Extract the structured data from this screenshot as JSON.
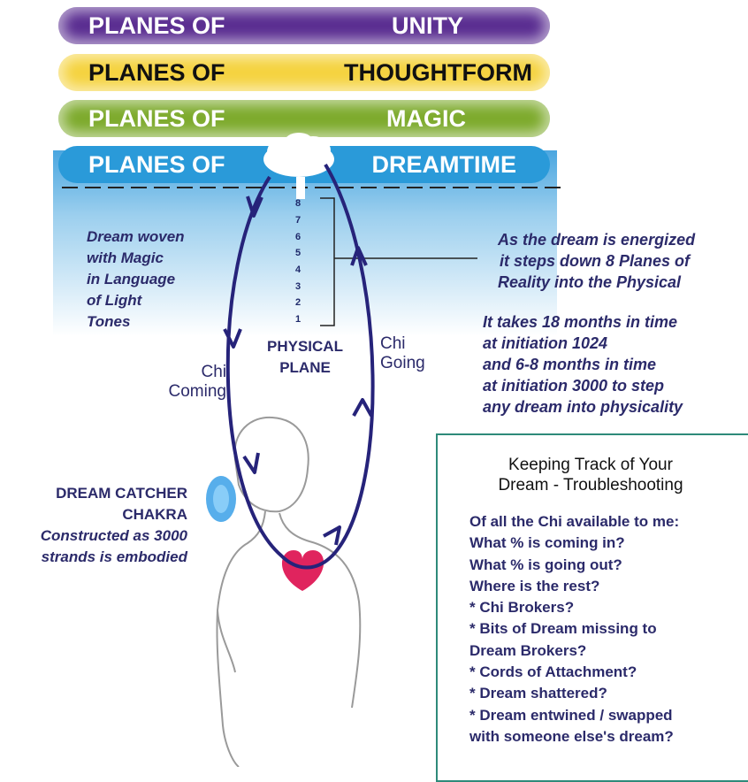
{
  "planes": [
    {
      "left": "PLANES OF",
      "right": "UNITY",
      "color": "#5a2d91",
      "text_color": "#ffffff"
    },
    {
      "left": "PLANES OF",
      "right": "THOUGHTFORM",
      "color": "#f5d33f",
      "text_color": "#111111"
    },
    {
      "left": "PLANES OF",
      "right": "MAGIC",
      "color": "#7daa2c",
      "text_color": "#ffffff"
    },
    {
      "left": "PLANES OF",
      "right": "DREAMTIME",
      "color": "#2a9ad9",
      "text_color": "#ffffff"
    }
  ],
  "left_note": [
    "Dream woven",
    "with Magic",
    "in Language",
    "of Light",
    "Tones"
  ],
  "step_numbers": [
    "8",
    "7",
    "6",
    "5",
    "4",
    "3",
    "2",
    "1"
  ],
  "physical_plane": [
    "PHYSICAL",
    "PLANE"
  ],
  "chi_coming": [
    "Chi",
    "Coming"
  ],
  "chi_going": [
    "Chi",
    "Going"
  ],
  "right_note": [
    "As the dream is energized",
    "it steps down 8 Planes of",
    "Reality into the Physical"
  ],
  "time_note": [
    "It takes 18 months in time",
    "at initiation 1024",
    "and 6-8 months in time",
    "at initiation 3000 to step",
    "any dream into physicality"
  ],
  "dream_catcher": [
    "DREAM CATCHER",
    "CHAKRA",
    "Constructed as 3000",
    "strands is embodied"
  ],
  "troubleshoot": {
    "title": [
      "Keeping Track of Your",
      "Dream - Troubleshooting"
    ],
    "lines": [
      "Of all the Chi available to me:",
      "What % is coming in?",
      "What % is going out?",
      "Where is the rest?",
      "* Chi Brokers?",
      "* Bits of Dream missing to",
      "Dream Brokers?",
      "* Cords of Attachment?",
      "* Dream shattered?",
      "* Dream entwined / swapped",
      "with someone else's dream?"
    ]
  },
  "colors": {
    "loop": "#26237a",
    "navy_text": "#2b2a6a",
    "box_border": "#2e8a7a",
    "heart": "#e0245e",
    "chakra": "#3aa0e8"
  }
}
